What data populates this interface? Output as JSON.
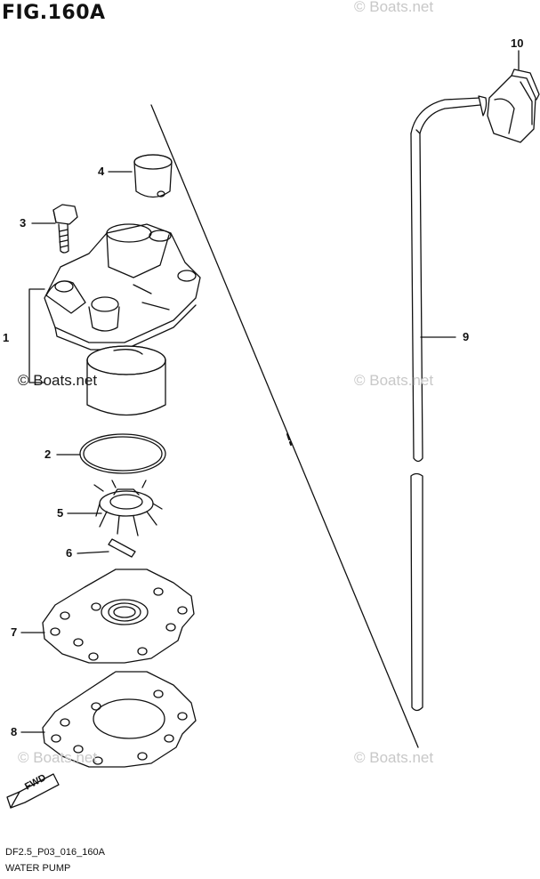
{
  "figure": {
    "title": "FIG.160A",
    "drawing_code": "DF2.5_P03_016_160A",
    "section_name": "WATER PUMP"
  },
  "watermarks": {
    "text": "© Boats.net"
  },
  "direction_marker": {
    "label": "FWD"
  },
  "callouts": [
    {
      "id": "callout-1",
      "label": "1",
      "part": "pump-case"
    },
    {
      "id": "callout-2",
      "label": "2",
      "part": "o-ring"
    },
    {
      "id": "callout-3",
      "label": "3",
      "part": "bolt"
    },
    {
      "id": "callout-4",
      "label": "4",
      "part": "grommet"
    },
    {
      "id": "callout-5",
      "label": "5",
      "part": "impeller"
    },
    {
      "id": "callout-6",
      "label": "6",
      "part": "key"
    },
    {
      "id": "callout-7",
      "label": "7",
      "part": "plate-gasket"
    },
    {
      "id": "callout-8",
      "label": "8",
      "part": "gasket"
    },
    {
      "id": "callout-9",
      "label": "9",
      "part": "water-tube"
    },
    {
      "id": "callout-10",
      "label": "10",
      "part": "tube-seal"
    }
  ]
}
